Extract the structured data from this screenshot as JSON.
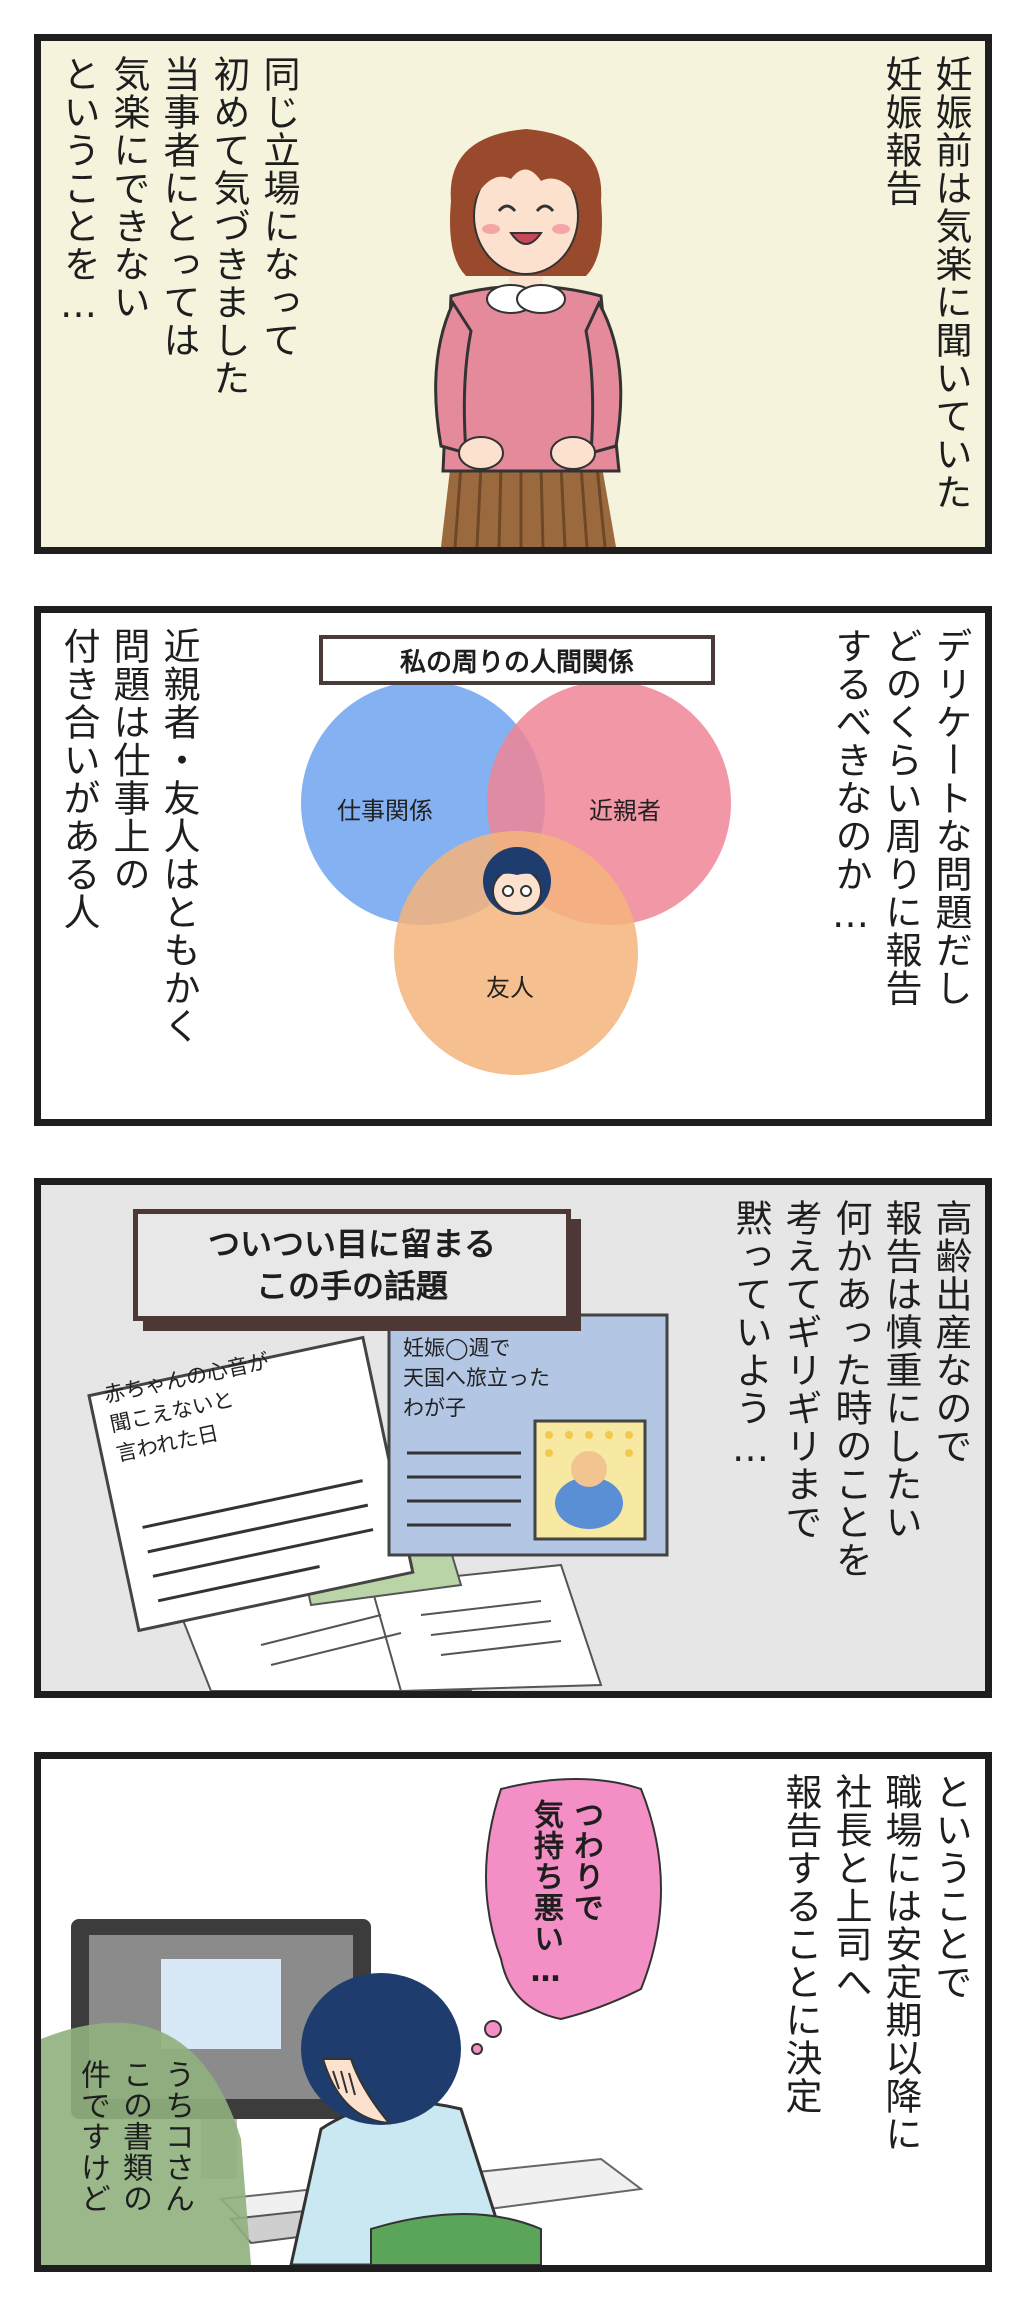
{
  "panels": [
    {
      "caption_right": "妊娠前は気楽に聞いていた\n妊娠報告",
      "caption_left": "同じ立場になって\n初めて気づきました\n当事者にとっては\n気楽にできない\nということを…"
    },
    {
      "caption_right": "デリケートな問題だし\nどのくらい周りに報告\nするべきなのか…",
      "caption_left": "近親者・友人はともかく\n問題は仕事上の\n付き合いがある人",
      "diagram": {
        "title": "私の周りの人間関係",
        "circles": [
          "仕事関係",
          "近親者",
          "友人"
        ],
        "colors": [
          "#7aaaf0",
          "#ef8597",
          "#f5b47d"
        ]
      }
    },
    {
      "caption_right": "高齢出産なので\n報告は慎重にしたい\n何かあった時のことを\n考えてギリギリまで\n黙っていよう…",
      "headline": [
        "ついつい目に留まる",
        "この手の話題"
      ],
      "article_left": "赤ちゃんの心音が\n聞こえないと\n言われた日",
      "article_right": "妊娠◯週で\n天国へ旅立った\nわが子"
    },
    {
      "caption_right": "ということで\n職場には安定期以降に\n社長と上司へ\n報告することに決定",
      "thought_bubble": "つわりで\n気持ち悪い…",
      "speech_left": "うちコさん\nこの書類の\n件ですけど"
    }
  ]
}
